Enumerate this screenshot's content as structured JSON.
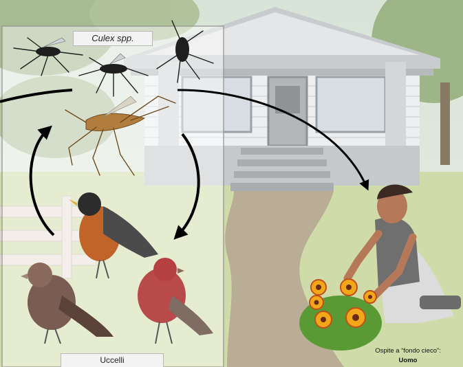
{
  "labels": {
    "vector": "Culex spp.",
    "reservoir_hosts": "Uccelli",
    "dead_end_caption": "Ospite a “fondo cieco”:",
    "dead_end_host": "Uomo"
  }
}
